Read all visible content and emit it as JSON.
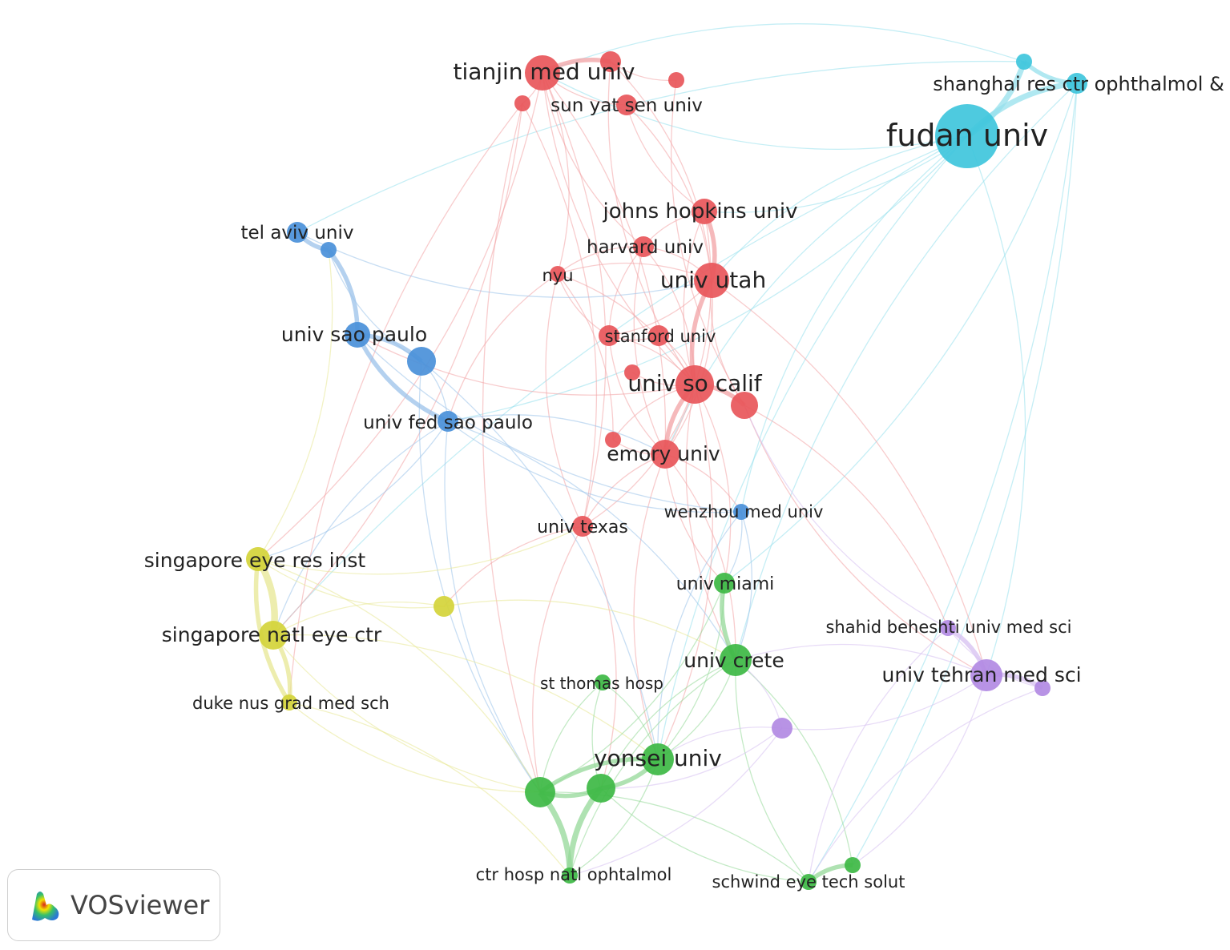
{
  "colors": {
    "red": "#e8565a",
    "blue": "#4a90d9",
    "cyan": "#3fc6dc",
    "yellow": "#d4d43a",
    "green": "#3db844",
    "purple": "#b28ae3"
  },
  "brand": {
    "name": "VOSviewer",
    "icon": "vosviewer-heatmap-icon"
  },
  "nodes": [
    {
      "id": "fudan",
      "label": "fudan univ",
      "c": "cyan",
      "size": "xl"
    },
    {
      "id": "shanghai",
      "label": "shanghai res ctr ophthalmol &",
      "c": "cyan",
      "size": "s"
    },
    {
      "id": "cy1",
      "label": "",
      "c": "cyan",
      "size": "xs"
    },
    {
      "id": "tianjin",
      "label": "tianjin med univ",
      "c": "red",
      "size": "l"
    },
    {
      "id": "r_top1",
      "label": "",
      "c": "red",
      "size": "s"
    },
    {
      "id": "r_top2",
      "label": "",
      "c": "red",
      "size": "xs"
    },
    {
      "id": "r_top3",
      "label": "",
      "c": "red",
      "size": "xs"
    },
    {
      "id": "sunyat",
      "label": "sun yat sen univ",
      "c": "red",
      "size": "s"
    },
    {
      "id": "johns",
      "label": "johns hopkins univ",
      "c": "red",
      "size": "m"
    },
    {
      "id": "harvard",
      "label": "harvard univ",
      "c": "red",
      "size": "s"
    },
    {
      "id": "nyu",
      "label": "nyu",
      "c": "red",
      "size": "xs"
    },
    {
      "id": "utah",
      "label": "univ utah",
      "c": "red",
      "size": "l"
    },
    {
      "id": "stanford",
      "label": "stanford univ",
      "c": "red",
      "size": "s"
    },
    {
      "id": "r_stan2",
      "label": "",
      "c": "red",
      "size": "s"
    },
    {
      "id": "r_mid1",
      "label": "",
      "c": "red",
      "size": "xs"
    },
    {
      "id": "socalif",
      "label": "univ so calif",
      "c": "red",
      "size": "l"
    },
    {
      "id": "r_right",
      "label": "",
      "c": "red",
      "size": "m"
    },
    {
      "id": "r_mid2",
      "label": "",
      "c": "red",
      "size": "xs"
    },
    {
      "id": "emory",
      "label": "emory univ",
      "c": "red",
      "size": "m"
    },
    {
      "id": "texas",
      "label": "univ texas",
      "c": "red",
      "size": "s"
    },
    {
      "id": "telaviv",
      "label": "tel aviv univ",
      "c": "blue",
      "size": "s"
    },
    {
      "id": "b_tel2",
      "label": "",
      "c": "blue",
      "size": "xs"
    },
    {
      "id": "saopaulo",
      "label": "univ sao paulo",
      "c": "blue",
      "size": "m"
    },
    {
      "id": "b_sp2",
      "label": "",
      "c": "blue",
      "size": "m"
    },
    {
      "id": "fedsp",
      "label": "univ fed sao paulo",
      "c": "blue",
      "size": "s"
    },
    {
      "id": "wenzhou",
      "label": "wenzhou med univ",
      "c": "blue",
      "size": "xs"
    },
    {
      "id": "seri",
      "label": "singapore eye res inst",
      "c": "yellow",
      "size": "m"
    },
    {
      "id": "y_mid",
      "label": "",
      "c": "yellow",
      "size": "s"
    },
    {
      "id": "snec",
      "label": "singapore natl eye ctr",
      "c": "yellow",
      "size": "m"
    },
    {
      "id": "duke",
      "label": "duke nus grad med sch",
      "c": "yellow",
      "size": "xs"
    },
    {
      "id": "miami",
      "label": "univ miami",
      "c": "green",
      "size": "s"
    },
    {
      "id": "crete",
      "label": "univ crete",
      "c": "green",
      "size": "m"
    },
    {
      "id": "stthomas",
      "label": "st thomas hosp",
      "c": "green",
      "size": "xs"
    },
    {
      "id": "yonsei",
      "label": "yonsei univ",
      "c": "green",
      "size": "l"
    },
    {
      "id": "g_left",
      "label": "",
      "c": "green",
      "size": "m"
    },
    {
      "id": "g_mid",
      "label": "",
      "c": "green",
      "size": "m"
    },
    {
      "id": "ctrhosp",
      "label": "ctr hosp natl ophtalmol",
      "c": "green",
      "size": "xs"
    },
    {
      "id": "schwind",
      "label": "schwind eye tech solut",
      "c": "green",
      "size": "xs"
    },
    {
      "id": "g_sch2",
      "label": "",
      "c": "green",
      "size": "xs"
    },
    {
      "id": "tehran",
      "label": "univ tehran med sci",
      "c": "purple",
      "size": "m"
    },
    {
      "id": "shahid",
      "label": "shahid beheshti univ med sci",
      "c": "purple",
      "size": "xs"
    },
    {
      "id": "p_right",
      "label": "",
      "c": "purple",
      "size": "xs"
    },
    {
      "id": "p_left",
      "label": "",
      "c": "purple",
      "size": "s"
    }
  ],
  "edges": [
    [
      "fudan",
      "shanghai",
      3
    ],
    [
      "fudan",
      "cy1",
      3
    ],
    [
      "shanghai",
      "cy1",
      2
    ],
    [
      "fudan",
      "utah",
      1
    ],
    [
      "fudan",
      "johns",
      1
    ],
    [
      "fudan",
      "wenzhou",
      1
    ],
    [
      "fudan",
      "tianjin",
      1
    ],
    [
      "fudan",
      "snec",
      1
    ],
    [
      "fudan",
      "tehran",
      1
    ],
    [
      "fudan",
      "emory",
      1
    ],
    [
      "fudan",
      "fedsp",
      1
    ],
    [
      "fudan",
      "yonsei",
      1
    ],
    [
      "shanghai",
      "schwind",
      1
    ],
    [
      "cy1",
      "tianjin",
      1
    ],
    [
      "shanghai",
      "miami",
      1
    ],
    [
      "shanghai",
      "crete",
      1
    ],
    [
      "shanghai",
      "g_sch2",
      1
    ],
    [
      "cy1",
      "telaviv",
      1
    ],
    [
      "tianjin",
      "r_top1",
      2
    ],
    [
      "tianjin",
      "sunyat",
      1
    ],
    [
      "tianjin",
      "r_top3",
      1
    ],
    [
      "r_top1",
      "r_top2",
      1
    ],
    [
      "tianjin",
      "nyu",
      1
    ],
    [
      "tianjin",
      "harvard",
      1
    ],
    [
      "tianjin",
      "emory",
      1
    ],
    [
      "tianjin",
      "socalif",
      1
    ],
    [
      "tianjin",
      "texas",
      1
    ],
    [
      "r_top1",
      "socalif",
      1
    ],
    [
      "r_top1",
      "utah",
      1
    ],
    [
      "r_top2",
      "r_right",
      1
    ],
    [
      "sunyat",
      "utah",
      1
    ],
    [
      "sunyat",
      "johns",
      1
    ],
    [
      "tianjin",
      "seri",
      1
    ],
    [
      "r_top3",
      "duke",
      1
    ],
    [
      "r_top3",
      "snec",
      1
    ],
    [
      "r_top3",
      "g_left",
      1
    ],
    [
      "r_top3",
      "texas",
      1
    ],
    [
      "johns",
      "harvard",
      1
    ],
    [
      "johns",
      "utah",
      2
    ],
    [
      "johns",
      "socalif",
      1
    ],
    [
      "johns",
      "emory",
      1
    ],
    [
      "harvard",
      "nyu",
      1
    ],
    [
      "harvard",
      "utah",
      1
    ],
    [
      "harvard",
      "stanford",
      1
    ],
    [
      "harvard",
      "socalif",
      1
    ],
    [
      "harvard",
      "emory",
      1
    ],
    [
      "nyu",
      "utah",
      1
    ],
    [
      "nyu",
      "stanford",
      1
    ],
    [
      "nyu",
      "socalif",
      1
    ],
    [
      "nyu",
      "texas",
      1
    ],
    [
      "nyu",
      "r_mid2",
      1
    ],
    [
      "nyu",
      "fedsp",
      1
    ],
    [
      "utah",
      "stanford",
      1
    ],
    [
      "utah",
      "socalif",
      2
    ],
    [
      "utah",
      "emory",
      1
    ],
    [
      "utah",
      "r_right",
      1
    ],
    [
      "utah",
      "tehran",
      1
    ],
    [
      "stanford",
      "r_stan2",
      1
    ],
    [
      "stanford",
      "socalif",
      1
    ],
    [
      "stanford",
      "emory",
      1
    ],
    [
      "r_stan2",
      "socalif",
      1
    ],
    [
      "r_mid1",
      "socalif",
      1
    ],
    [
      "socalif",
      "r_right",
      2
    ],
    [
      "socalif",
      "emory",
      2
    ],
    [
      "socalif",
      "texas",
      1
    ],
    [
      "socalif",
      "r_mid2",
      1
    ],
    [
      "socalif",
      "miami",
      1
    ],
    [
      "socalif",
      "crete",
      1
    ],
    [
      "socalif",
      "yonsei",
      1
    ],
    [
      "r_right",
      "tehran",
      1
    ],
    [
      "r_right",
      "shahid",
      1
    ],
    [
      "emory",
      "texas",
      1
    ],
    [
      "emory",
      "r_mid2",
      1
    ],
    [
      "emory",
      "miami",
      1
    ],
    [
      "emory",
      "crete",
      1
    ],
    [
      "emory",
      "yonsei",
      1
    ],
    [
      "emory",
      "wenzhou",
      1
    ],
    [
      "texas",
      "g_left",
      1
    ],
    [
      "texas",
      "g_mid",
      1
    ],
    [
      "texas",
      "y_mid",
      1
    ],
    [
      "socalif",
      "saopaulo",
      1
    ],
    [
      "telaviv",
      "b_tel2",
      2
    ],
    [
      "b_tel2",
      "saopaulo",
      2
    ],
    [
      "b_tel2",
      "b_sp2",
      1
    ],
    [
      "saopaulo",
      "b_sp2",
      2
    ],
    [
      "saopaulo",
      "fedsp",
      2
    ],
    [
      "b_sp2",
      "fedsp",
      1
    ],
    [
      "fedsp",
      "wenzhou",
      1
    ],
    [
      "fedsp",
      "emory",
      1
    ],
    [
      "fedsp",
      "g_left",
      1
    ],
    [
      "fedsp",
      "seri",
      1
    ],
    [
      "fedsp",
      "snec",
      1
    ],
    [
      "fedsp",
      "crete",
      1
    ],
    [
      "saopaulo",
      "wenzhou",
      1
    ],
    [
      "b_sp2",
      "yonsei",
      1
    ],
    [
      "telaviv",
      "utah",
      1
    ],
    [
      "wenzhou",
      "miami",
      1
    ],
    [
      "wenzhou",
      "yonsei",
      1
    ],
    [
      "wenzhou",
      "crete",
      1
    ],
    [
      "b_sp2",
      "g_left",
      1
    ],
    [
      "seri",
      "snec",
      4
    ],
    [
      "seri",
      "duke",
      2
    ],
    [
      "snec",
      "duke",
      2
    ],
    [
      "seri",
      "y_mid",
      1
    ],
    [
      "snec",
      "y_mid",
      1
    ],
    [
      "snec",
      "g_left",
      1
    ],
    [
      "seri",
      "g_left",
      1
    ],
    [
      "duke",
      "g_left",
      1
    ],
    [
      "snec",
      "yonsei",
      1
    ],
    [
      "seri",
      "texas",
      1
    ],
    [
      "y_mid",
      "crete",
      1
    ],
    [
      "seri",
      "b_tel2",
      1
    ],
    [
      "duke",
      "ctrhosp",
      1
    ],
    [
      "miami",
      "crete",
      2
    ],
    [
      "crete",
      "yonsei",
      1
    ],
    [
      "yonsei",
      "g_left",
      2
    ],
    [
      "yonsei",
      "g_mid",
      2
    ],
    [
      "g_left",
      "g_mid",
      2
    ],
    [
      "g_left",
      "ctrhosp",
      3
    ],
    [
      "g_mid",
      "ctrhosp",
      3
    ],
    [
      "g_left",
      "schwind",
      1
    ],
    [
      "g_mid",
      "schwind",
      1
    ],
    [
      "schwind",
      "g_sch2",
      2
    ],
    [
      "crete",
      "schwind",
      1
    ],
    [
      "crete",
      "g_sch2",
      1
    ],
    [
      "stthomas",
      "g_mid",
      1
    ],
    [
      "stthomas",
      "yonsei",
      1
    ],
    [
      "stthomas",
      "g_left",
      1
    ],
    [
      "yonsei",
      "ctrhosp",
      1
    ],
    [
      "crete",
      "ctrhosp",
      1
    ],
    [
      "miami",
      "yonsei",
      1
    ],
    [
      "crete",
      "g_mid",
      1
    ],
    [
      "miami",
      "g_left",
      1
    ],
    [
      "tehran",
      "shahid",
      2
    ],
    [
      "tehran",
      "p_right",
      2
    ],
    [
      "shahid",
      "p_right",
      1
    ],
    [
      "tehran",
      "p_left",
      1
    ],
    [
      "p_left",
      "yonsei",
      1
    ],
    [
      "p_left",
      "g_mid",
      1
    ],
    [
      "p_left",
      "crete",
      1
    ],
    [
      "tehran",
      "g_sch2",
      1
    ],
    [
      "shahid",
      "schwind",
      1
    ],
    [
      "p_left",
      "ctrhosp",
      1
    ],
    [
      "tehran",
      "crete",
      1
    ],
    [
      "shahid",
      "r_right",
      1
    ],
    [
      "p_right",
      "schwind",
      1
    ]
  ]
}
